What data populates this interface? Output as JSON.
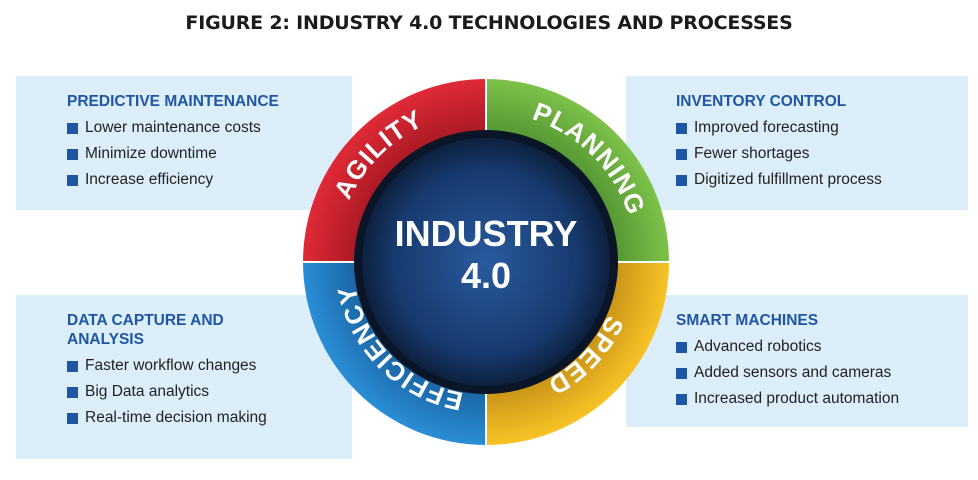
{
  "title": "FIGURE 2: INDUSTRY 4.0 TECHNOLOGIES AND PROCESSES",
  "center": {
    "line1": "INDUSTRY",
    "line2": "4.0"
  },
  "segments": {
    "agility": {
      "label": "AGILITY",
      "color": "#cf1f2d"
    },
    "planning": {
      "label": "PLANNING",
      "color": "#6cb33e"
    },
    "speed": {
      "label": "SPEED",
      "color": "#f1b81c"
    },
    "efficiency": {
      "label": "EFFICIENCY",
      "color": "#1e7ec4"
    }
  },
  "panels": {
    "predictive": {
      "heading": "PREDICTIVE MAINTENANCE",
      "items": [
        "Lower maintenance costs",
        "Minimize downtime",
        "Increase efficiency"
      ]
    },
    "inventory": {
      "heading": "INVENTORY CONTROL",
      "items": [
        "Improved forecasting",
        "Fewer shortages",
        "Digitized fulfillment process"
      ]
    },
    "data_capture": {
      "heading_line1": "DATA CAPTURE AND",
      "heading_line2": "ANALYSIS",
      "items": [
        "Faster workflow changes",
        "Big Data analytics",
        "Real-time decision making"
      ]
    },
    "smart_machines": {
      "heading": "SMART MACHINES",
      "items": [
        "Advanced robotics",
        "Added sensors and cameras",
        "Increased product automation"
      ]
    }
  },
  "colors": {
    "panel_bg": "#dceefa",
    "heading": "#1f56a3",
    "center_dark": "#0d1d3a",
    "center_light": "#1f4b86"
  }
}
